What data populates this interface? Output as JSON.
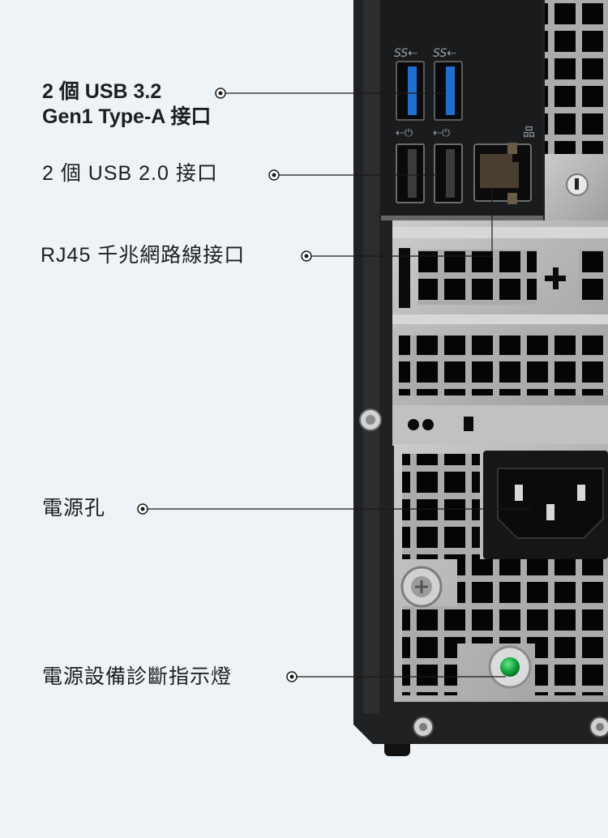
{
  "labels": {
    "usb32": {
      "line1": "2 個 USB 3.2",
      "line2": "Gen1 Type-A 接口"
    },
    "usb20": "2 個 USB 2.0 接口",
    "rj45": "RJ45 千兆網路線接口",
    "power": "電源孔",
    "diag": "電源設備診斷指示燈"
  },
  "port_marks": {
    "usb3": "SS⇠",
    "usb2": "⇠⏻",
    "lan": "品"
  },
  "colors": {
    "background": "#eef3f7",
    "chassis": "#1f2123",
    "usb3_blue": "#1f6fd1",
    "metal": "#b4b6b8",
    "led_green": "#0fa43c"
  },
  "icons": [
    "plus-icon",
    "lock-icon",
    "screw-icon",
    "power-socket-icon",
    "status-led-icon"
  ]
}
